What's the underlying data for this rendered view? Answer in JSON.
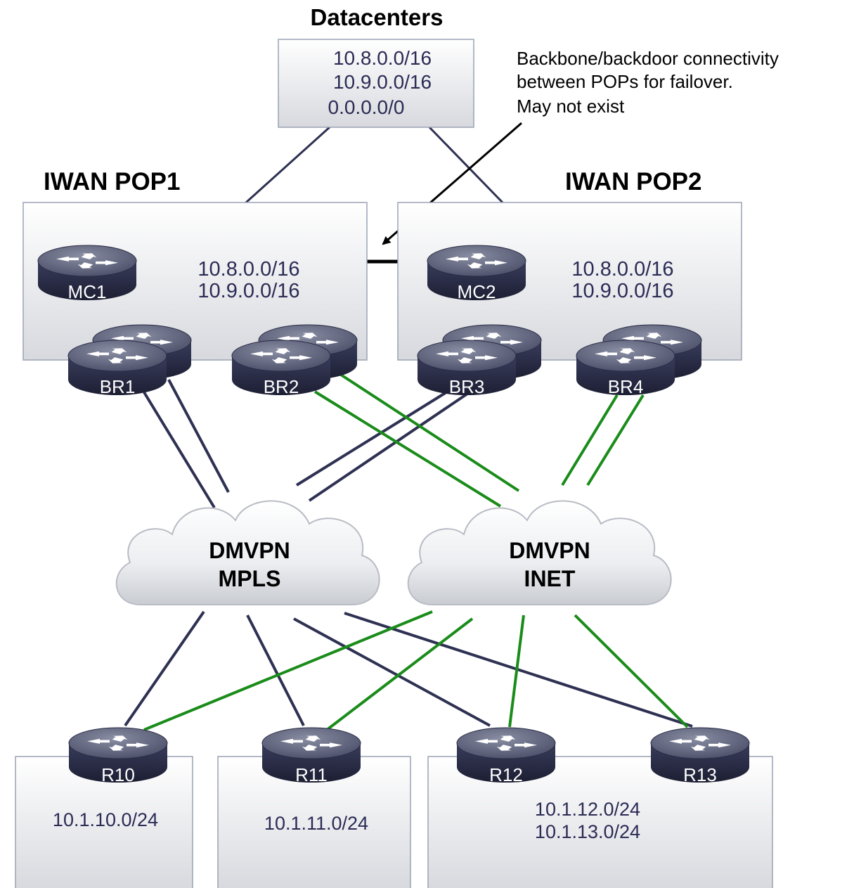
{
  "datacenters": {
    "title": "Datacenters",
    "prefixes": [
      "10.8.0.0/16",
      "10.9.0.0/16",
      "0.0.0.0/0"
    ]
  },
  "annotation": {
    "lines": [
      "Backbone/backdoor connectivity",
      "between POPs for failover.",
      "May not exist"
    ]
  },
  "pop1": {
    "title": "IWAN POP1",
    "prefixes": [
      "10.8.0.0/16",
      "10.9.0.0/16"
    ],
    "mc": "MC1",
    "brs": [
      "BR1",
      "BR2"
    ]
  },
  "pop2": {
    "title": "IWAN POP2",
    "prefixes": [
      "10.8.0.0/16",
      "10.9.0.0/16"
    ],
    "mc": "MC2",
    "brs": [
      "BR3",
      "BR4"
    ]
  },
  "clouds": {
    "mpls": [
      "DMVPN",
      "MPLS"
    ],
    "inet": [
      "DMVPN",
      "INET"
    ]
  },
  "branches": {
    "r10": {
      "router": "R10",
      "prefixes": [
        "10.1.10.0/24"
      ]
    },
    "r11": {
      "router": "R11",
      "prefixes": [
        "10.1.11.0/24"
      ]
    },
    "r12": {
      "router": "R12",
      "prefixes": [
        "10.1.12.0/24",
        "10.1.13.0/24"
      ]
    },
    "r13": {
      "router": "R13"
    }
  },
  "colors": {
    "mpls_link": "#2e3152",
    "inet_link": "#1a8c1a",
    "box_border": "#9aa2b3",
    "router_body": "#2b2e4a",
    "router_top": "#6b7085"
  },
  "icons": {
    "router": "router-icon",
    "cloud": "cloud-icon",
    "arrow": "arrow-icon"
  }
}
